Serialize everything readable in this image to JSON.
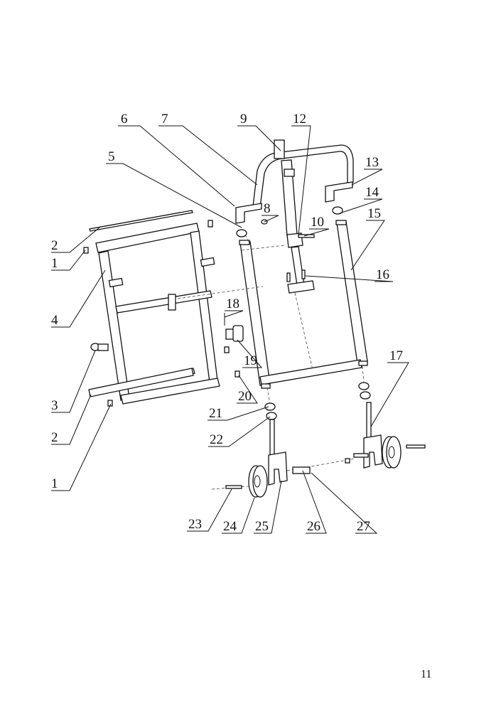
{
  "page_number": "11",
  "labels": [
    "1",
    "1",
    "2",
    "2",
    "3",
    "4",
    "5",
    "6",
    "7",
    "8",
    "9",
    "10",
    "12",
    "13",
    "14",
    "15",
    "16",
    "17",
    "18",
    "19",
    "20",
    "21",
    "22",
    "23",
    "24",
    "25",
    "26",
    "27"
  ]
}
